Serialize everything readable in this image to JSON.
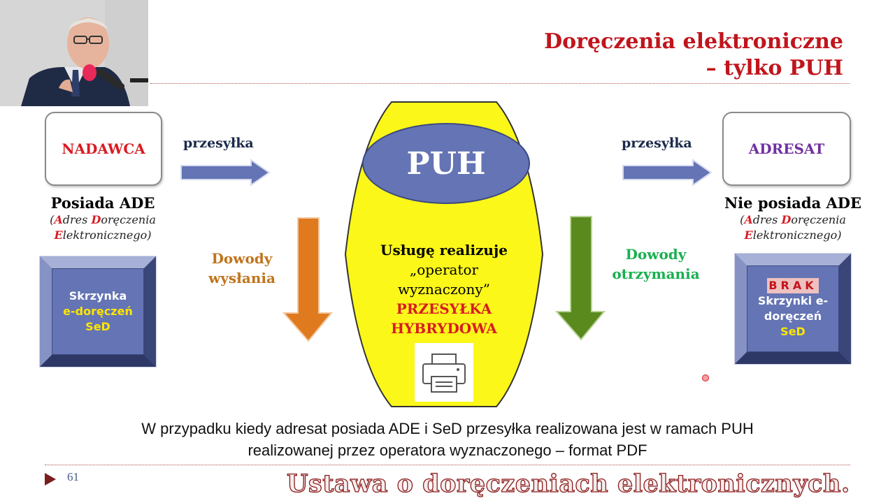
{
  "title": {
    "line1": "Doręczenia elektroniczne",
    "line2": "– tylko PUH"
  },
  "sender": {
    "box_label": "NADAWCA",
    "arrow_label": "przesyłka",
    "has_ade": "Posiada ADE",
    "ade_letter_a": "A",
    "ade_rest_a": "dres ",
    "ade_letter_d": "D",
    "ade_rest_d": "oręczenia",
    "ade_letter_e": "E",
    "ade_rest_e": "lektronicznego)",
    "ade_open": "(",
    "proof_line1": "Dowody",
    "proof_line2": "wysłania",
    "mailbox_line1": "Skrzynka",
    "mailbox_line2": "e-doręczeń",
    "mailbox_line3": "SeD"
  },
  "center": {
    "oval_label": "PUH",
    "service_line1": "Usługę realizuje",
    "service_line2": "„operator",
    "service_line3": "wyznaczony”",
    "hybrid_line1": "PRZESYŁKA",
    "hybrid_line2": "HYBRYDOWA"
  },
  "recipient": {
    "arrow_label": "przesyłka",
    "box_label": "ADRESAT",
    "no_ade": "Nie posiada ADE",
    "ade_open": "(",
    "ade_letter_a": "A",
    "ade_rest_a": "dres ",
    "ade_letter_d": "D",
    "ade_rest_d": "oręczenia",
    "ade_letter_e": "E",
    "ade_rest_e": "lektronicznego)",
    "proof_line1": "Dowody",
    "proof_line2": "otrzymania",
    "brak": "BRAK",
    "mailbox_line1": "Skrzynki e-",
    "mailbox_line2": "doręczeń",
    "mailbox_line3": "SeD"
  },
  "bottom": {
    "line1": "W przypadku kiedy adresat posiada ADE i SeD przesyłka realizowana jest w ramach PUH",
    "line2": "realizowanej przez operatora wyznaczonego – format PDF"
  },
  "footer": {
    "page_number": "61",
    "law_title": "Ustawa o doręczeniach elektronicznych."
  },
  "colors": {
    "red": "#d81c22",
    "purple": "#7030a0",
    "blue": "#6474b4",
    "orange": "#e07a1f",
    "green": "#5a8a1e",
    "yellow": "#fbf719"
  }
}
